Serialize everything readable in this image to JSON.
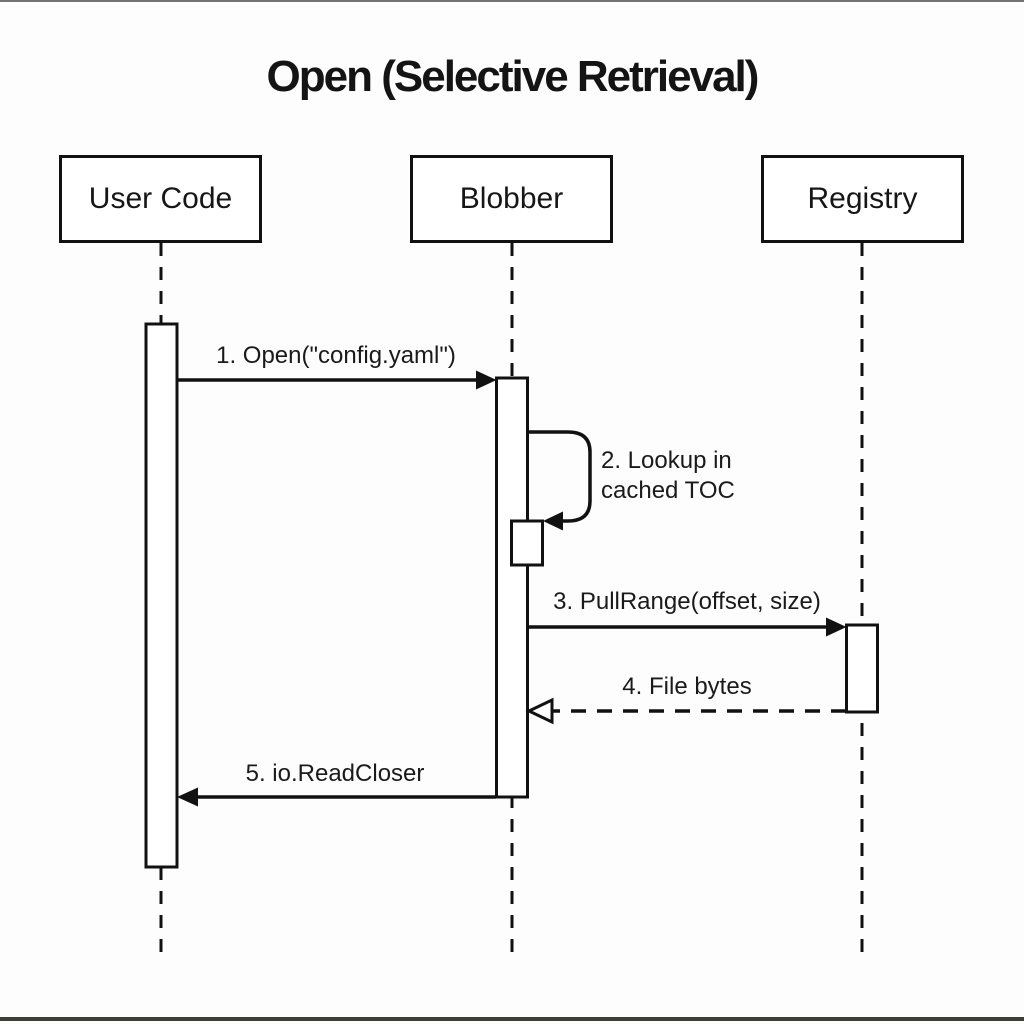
{
  "diagram": {
    "title": "Open (Selective Retrieval)",
    "type": "sequence-diagram",
    "colors": {
      "line": "#111111",
      "text": "#161616",
      "background": "#fdfdfd",
      "fill": "#ffffff"
    },
    "participants": [
      {
        "id": "user-code",
        "label": "User Code"
      },
      {
        "id": "blobber",
        "label": "Blobber"
      },
      {
        "id": "registry",
        "label": "Registry"
      }
    ],
    "messages": [
      {
        "num": "1",
        "label": "1. Open(\"config.yaml\")",
        "from": "User Code",
        "to": "Blobber",
        "line": "solid",
        "arrowhead": "filled"
      },
      {
        "num": "2",
        "label": "2. Lookup in cached TOC",
        "from": "Blobber",
        "to": "Blobber",
        "line": "solid",
        "arrowhead": "filled",
        "self": true
      },
      {
        "num": "3",
        "label": "3. PullRange(offset, size)",
        "from": "Blobber",
        "to": "Registry",
        "line": "solid",
        "arrowhead": "filled"
      },
      {
        "num": "4",
        "label": "4. File bytes",
        "from": "Registry",
        "to": "Blobber",
        "line": "dashed",
        "arrowhead": "open"
      },
      {
        "num": "5",
        "label": "5. io.ReadCloser",
        "from": "Blobber",
        "to": "User Code",
        "line": "solid",
        "arrowhead": "filled"
      }
    ]
  }
}
